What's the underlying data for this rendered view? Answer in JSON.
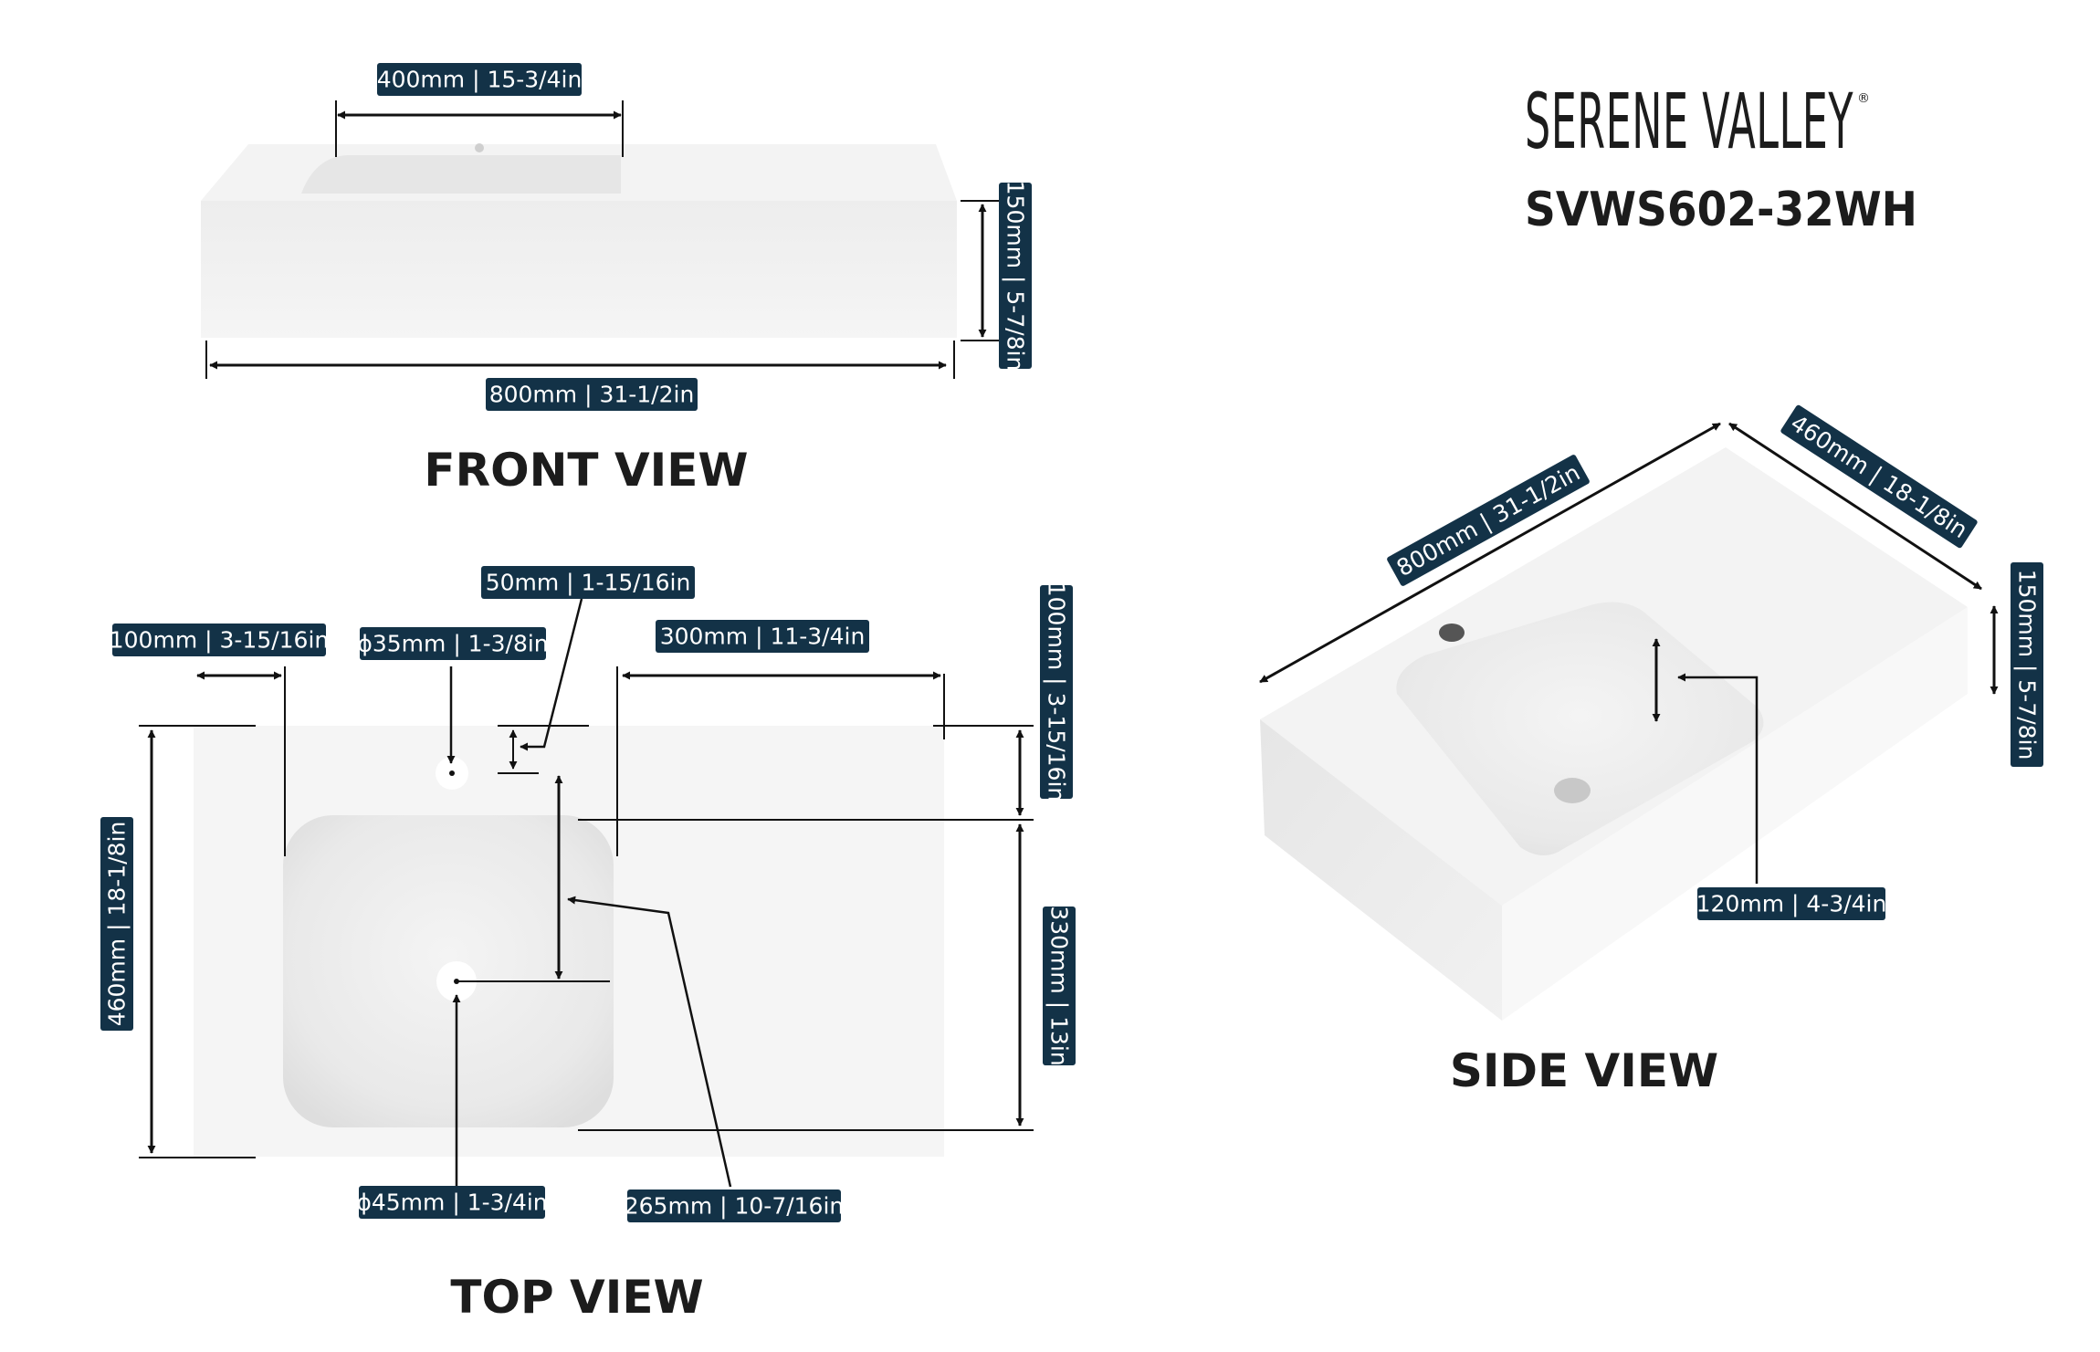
{
  "brand": {
    "name": "SERENE VALLEY",
    "registered": "®",
    "model": "SVWS602-32WH"
  },
  "views": {
    "front": "FRONT VIEW",
    "top": "TOP VIEW",
    "side": "SIDE VIEW"
  },
  "dimensions": {
    "front_basin_width": "400mm | 15-3/4in",
    "front_height": "150mm | 5-7/8in",
    "front_total_width": "800mm | 31-1/2in",
    "top_faucet_offset": "50mm | 1-15/16in",
    "top_left_margin": "100mm | 3-15/16in",
    "top_faucet_hole": "ϕ35mm | 1-3/8in",
    "top_shelf_width": "300mm | 11-3/4in",
    "top_front_margin": "100mm | 3-15/16in",
    "top_depth": "460mm | 18-1/8in",
    "top_basin_depth": "330mm | 13in",
    "top_drain_hole": "ϕ45mm | 1-3/4in",
    "top_drain_offset": "265mm | 10-7/16in",
    "side_width": "800mm | 31-1/2in",
    "side_depth": "460mm | 18-1/8in",
    "side_height": "150mm | 5-7/8in",
    "side_basin_depth": "120mm | 4-3/4in"
  },
  "colors": {
    "label_bg": "#133247",
    "line": "#111111",
    "text": "#1c1c1c"
  }
}
